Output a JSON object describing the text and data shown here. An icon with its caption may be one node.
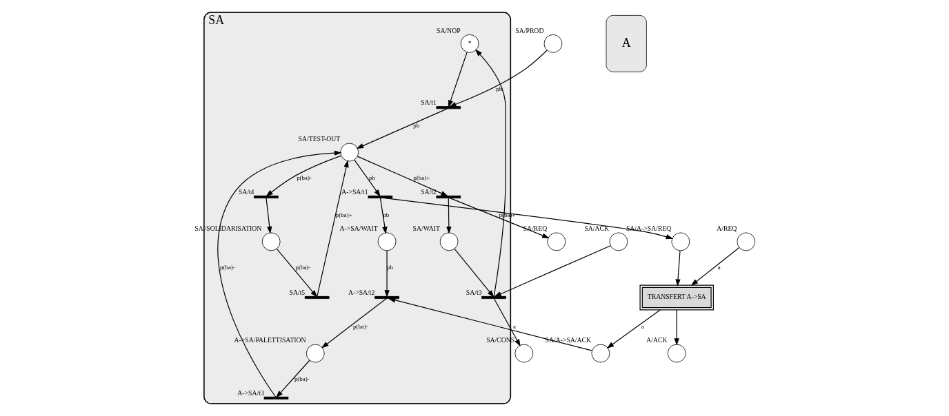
{
  "diagram": {
    "nodes": [
      {
        "text": [
          "SA"
        ]
      },
      {
        "text": [],
        "shape": "circle",
        "beside": [
          "SA/PROD"
        ]
      },
      {
        "text": [
          "*"
        ],
        "in": 0,
        "beside": [
          "SA/NOP"
        ]
      },
      {
        "text": [],
        "shape": "bar",
        "in": 0,
        "beside": [
          "SA/t1"
        ]
      },
      {
        "text": [],
        "shape": "circle",
        "in": 0,
        "beside": [
          "SA/TEST-OUT"
        ]
      },
      {
        "text": [],
        "shape": "circle",
        "beside": [
          "SA/REQ"
        ]
      },
      {
        "text": [],
        "shape": "bar",
        "in": 0,
        "beside": [
          "SA/t2"
        ]
      },
      {
        "text": [],
        "shape": "bar",
        "in": 0,
        "beside": [
          "SA/t4"
        ]
      },
      {
        "text": [],
        "shape": "circle",
        "in": 0,
        "beside": [
          "SA/WAIT"
        ]
      },
      {
        "text": [],
        "shape": "circle",
        "in": 0,
        "beside": [
          "SA /SOLIDARISATION"
        ]
      },
      {
        "text": [],
        "shape": "circle",
        "beside": [
          "SA/ACK"
        ]
      },
      {
        "text": [],
        "shape": "bar",
        "in": 0,
        "beside": [
          "SA/t3"
        ]
      },
      {
        "text": [],
        "shape": "bar",
        "in": 0,
        "beside": [
          "SA/t5"
        ]
      },
      {
        "text": [],
        "shape": "circle",
        "beside": [
          "SA/CONS"
        ]
      },
      {
        "text": [],
        "shape": "bar",
        "in": 0,
        "beside": [
          "A->SA/t1"
        ]
      },
      {
        "text": [],
        "shape": "circle",
        "in": 0,
        "beside": [
          "A->SA/WAIT"
        ]
      },
      {
        "text": [],
        "shape": "bar",
        "in": 0,
        "beside": [
          "A->SA/t2"
        ]
      },
      {
        "text": [],
        "shape": "circle",
        "in": 0,
        "beside": [
          "A->SA/PALETTISATION"
        ]
      },
      {
        "text": [],
        "shape": "bar",
        "in": 0,
        "beside": [
          "A->SA/t3"
        ]
      },
      {
        "text": [],
        "shape": "circle",
        "beside": [
          "SA/A->SA/REQ"
        ]
      },
      {
        "text": [],
        "shape": "circle",
        "beside": [
          "SA/A->SA/ACK"
        ]
      },
      {
        "text": [
          "TRANSFERT A->SA"
        ]
      },
      {
        "text": [
          "A"
        ]
      },
      {
        "text": [],
        "shape": "circle",
        "beside": [
          "A/REQ"
        ]
      },
      {
        "text": [],
        "shape": "circle",
        "beside": [
          "A/ACK"
        ]
      }
    ],
    "edges": [
      {
        "from": 1,
        "to": 3,
        "arrow": "to",
        "label": "pb"
      },
      {
        "from": 2,
        "to": 3,
        "arrow": "to"
      },
      {
        "from": 3,
        "to": 4,
        "arrow": "to",
        "label": "pb"
      },
      {
        "from": 4,
        "to": 6,
        "arrow": "to",
        "label": "p(ba)+"
      },
      {
        "from": 4,
        "to": 7,
        "arrow": "to",
        "label": "p(ba)-"
      },
      {
        "from": 4,
        "to": 14,
        "arrow": "to",
        "label": "pb"
      },
      {
        "from": 6,
        "to": 5,
        "arrow": "to",
        "label": "p(ba)+"
      },
      {
        "from": 6,
        "to": 8,
        "arrow": "to"
      },
      {
        "from": 8,
        "to": 11,
        "arrow": "to"
      },
      {
        "from": 10,
        "to": 11,
        "arrow": "to"
      },
      {
        "from": 11,
        "to": 13,
        "arrow": "to"
      },
      {
        "from": 11,
        "to": 2,
        "arrow": "to"
      },
      {
        "from": 7,
        "to": 9,
        "arrow": "to"
      },
      {
        "from": 9,
        "to": 12,
        "arrow": "to",
        "label": "p(ba)-"
      },
      {
        "from": 12,
        "to": 4,
        "arrow": "to",
        "label": "p(ba)+"
      },
      {
        "from": 14,
        "to": 15,
        "arrow": "to",
        "label": "pb"
      },
      {
        "from": 14,
        "to": 19,
        "arrow": "to"
      },
      {
        "from": 15,
        "to": 16,
        "arrow": "to",
        "label": "pb"
      },
      {
        "from": 20,
        "to": 16,
        "arrow": "to",
        "label": "a"
      },
      {
        "from": 16,
        "to": 17,
        "arrow": "to",
        "label": "p(ba)-"
      },
      {
        "from": 17,
        "to": 18,
        "arrow": "to",
        "label": "p(ba)-"
      },
      {
        "from": 18,
        "to": 4,
        "arrow": "to",
        "label": "p(ba)-"
      },
      {
        "from": 19,
        "to": 21,
        "arrow": "to"
      },
      {
        "from": 21,
        "to": 20,
        "arrow": "to",
        "label": "a"
      },
      {
        "from": 23,
        "to": 21,
        "arrow": "to",
        "label": "a"
      },
      {
        "from": 21,
        "to": 24,
        "arrow": "to"
      }
    ]
  }
}
